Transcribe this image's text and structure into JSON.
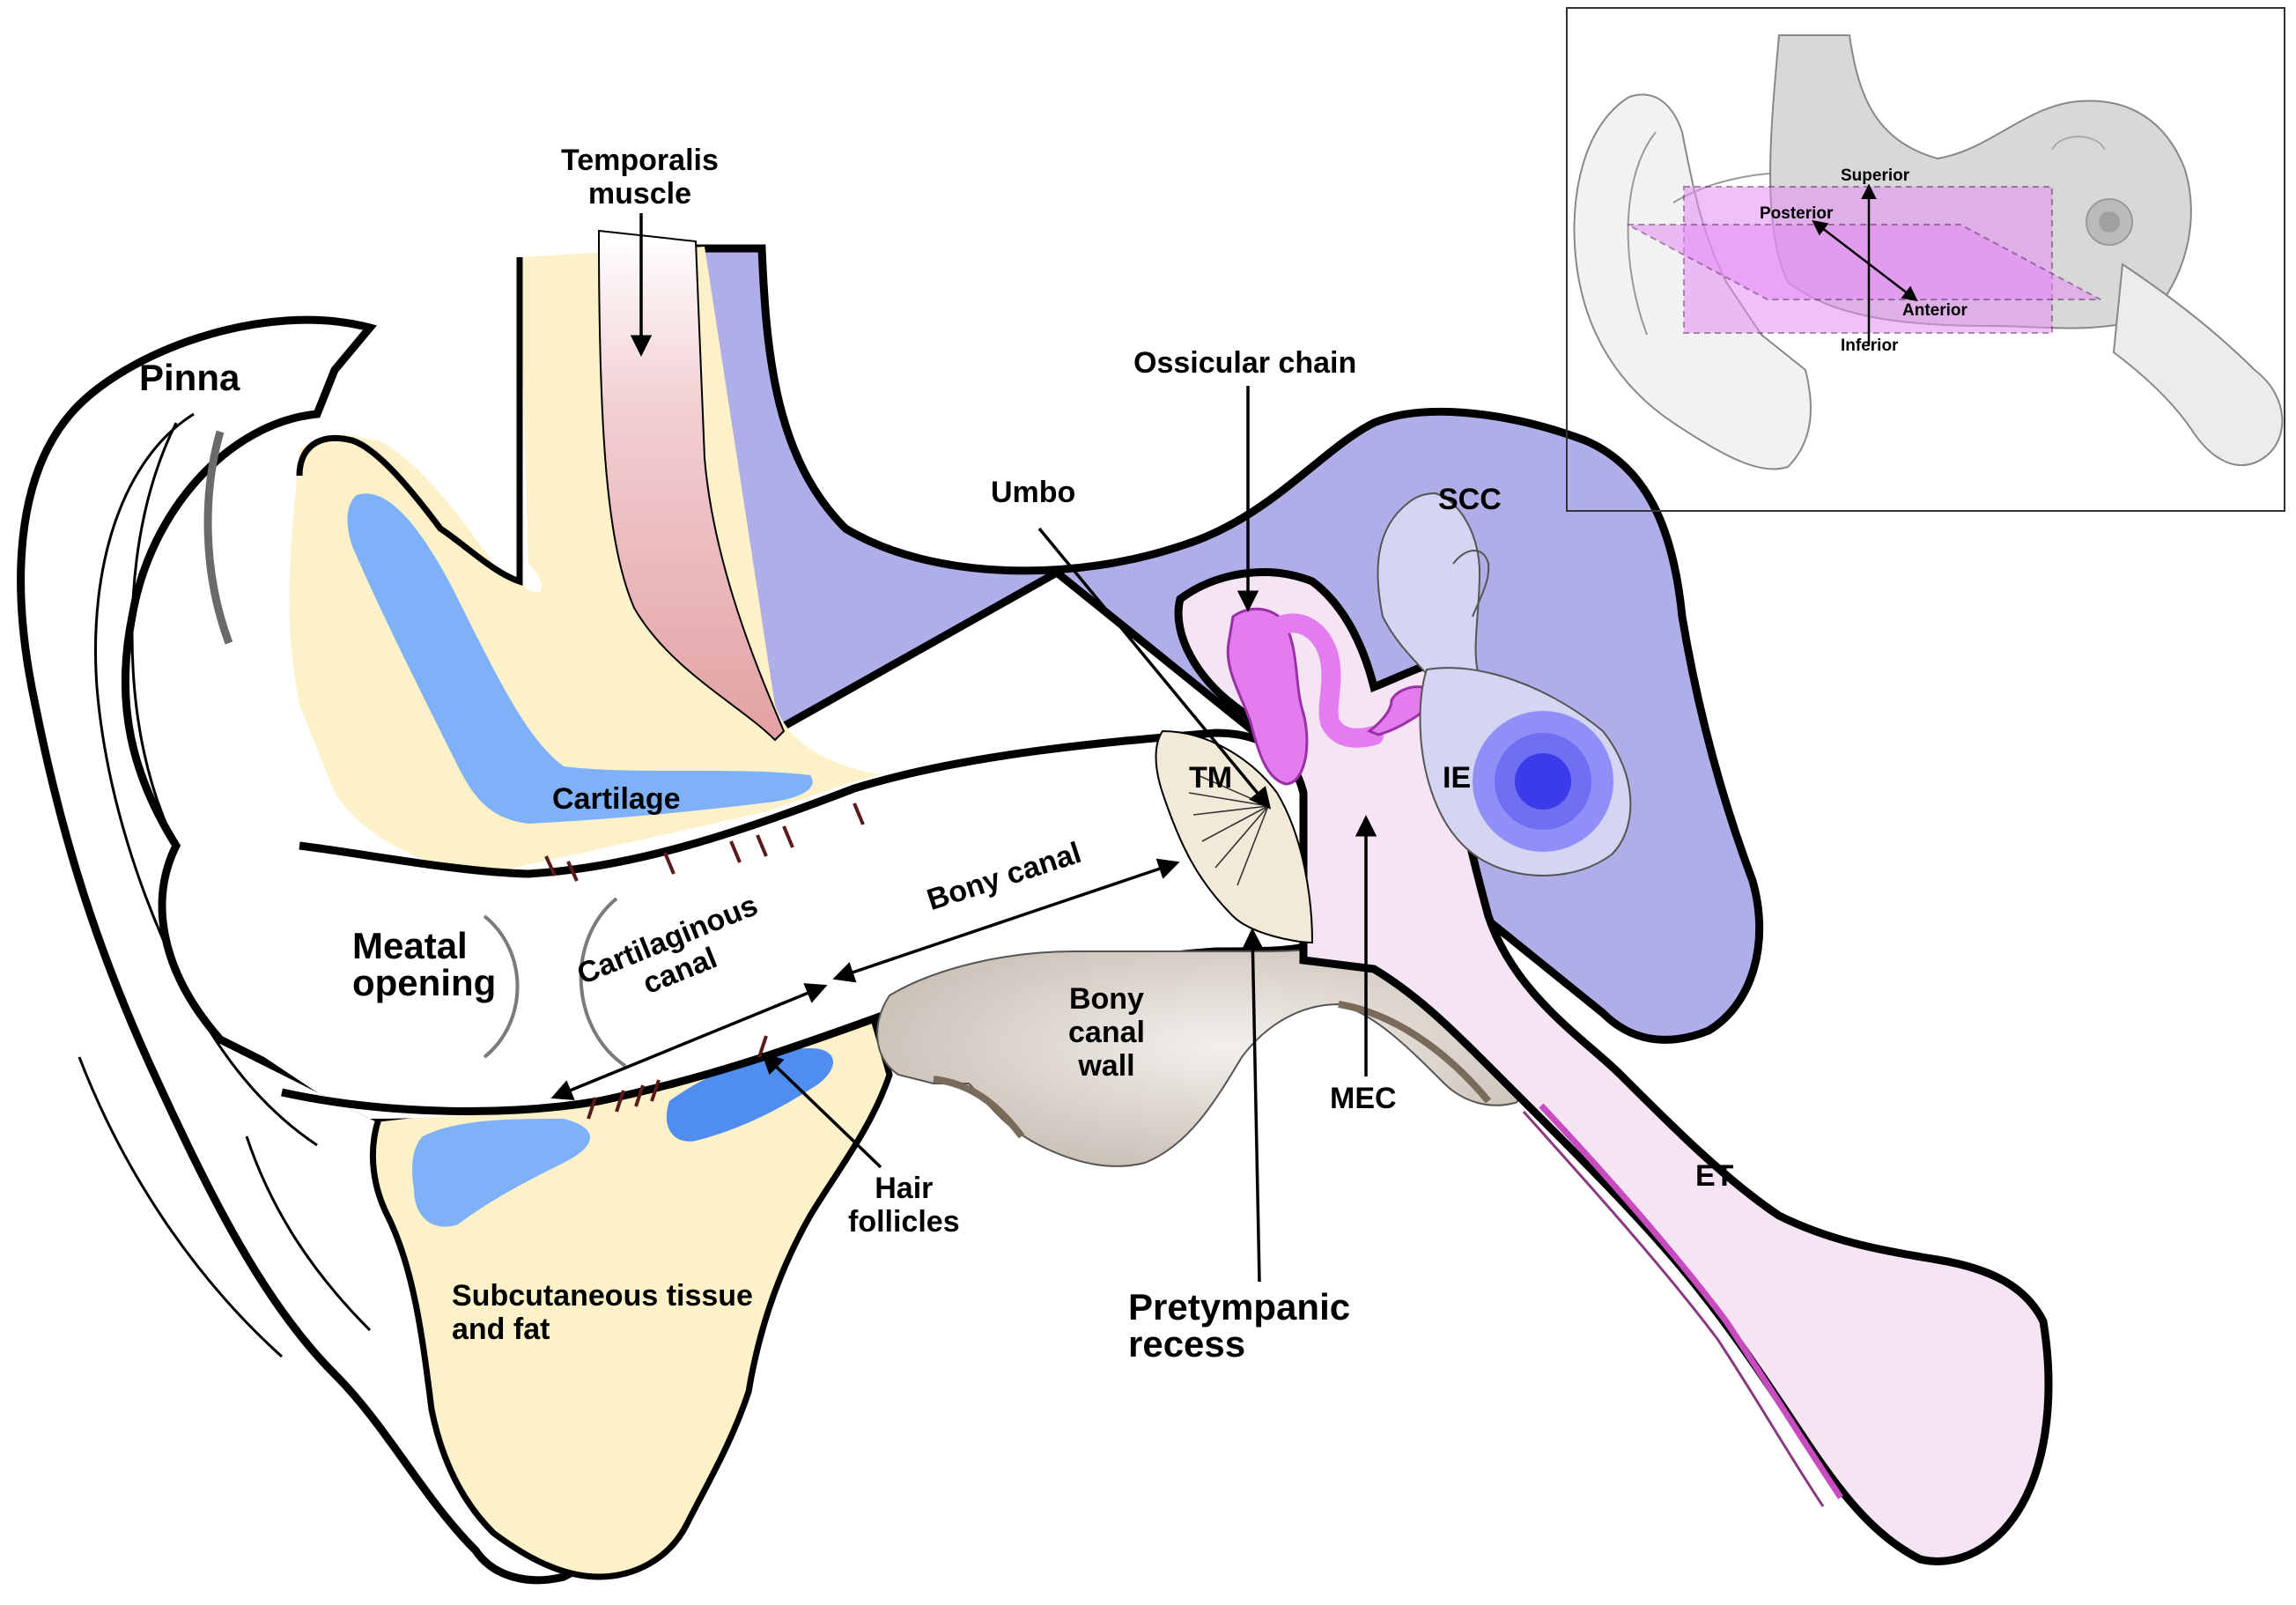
{
  "labels": {
    "temporalis_muscle": "Temporalis\nmuscle",
    "pinna": "Pinna",
    "cartilage": "Cartilage",
    "meatal_opening": "Meatal\nopening",
    "cartilaginous_canal": "Cartilaginous\ncanal",
    "bony_canal": "Bony canal",
    "hair_follicles": "Hair\nfollicles",
    "subcutaneous": "Subcutaneous tissue\nand fat",
    "bony_canal_wall": "Bony\ncanal\nwall",
    "pretympanic_recess": "Pretympanic\nrecess",
    "umbo": "Umbo",
    "tm": "TM",
    "ossicular_chain": "Ossicular chain",
    "scc": "SCC",
    "ie": "IE",
    "mec": "MEC",
    "et": "ET"
  },
  "inset": {
    "superior": "Superior",
    "posterior": "Posterior",
    "anterior": "Anterior",
    "inferior": "Inferior"
  },
  "colors": {
    "tissue_yellow": "#fcf1c9",
    "cartilage_blue": "#7fb1f9",
    "bone_purple": "#afaee8",
    "middle_ear_pink": "#f5e4f3",
    "ossicle_magenta": "#e37cf0",
    "muscle_pink": "#e8adae",
    "bony_wall_gray": "#ddd6cf",
    "inner_ear_blue": "#5656f0",
    "tm_cream": "#f2ead8",
    "plane_violet": "#e58ef6"
  }
}
